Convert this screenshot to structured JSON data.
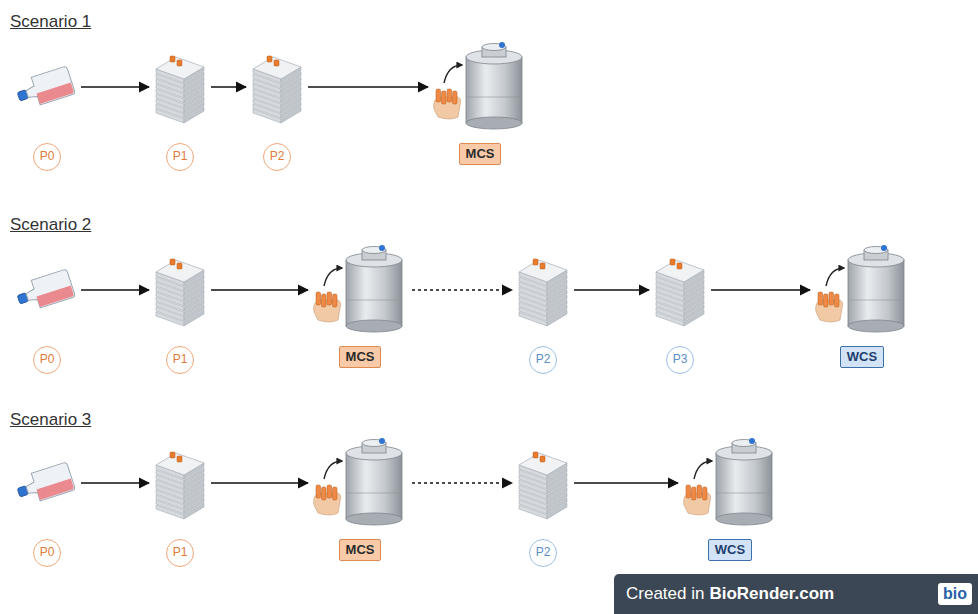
{
  "diagram": {
    "nodes": [
      {
        "text": [
          "P0"
        ]
      },
      {
        "text": [
          "P1"
        ]
      },
      {
        "text": [
          "P2"
        ]
      },
      {
        "text": [
          "MCS"
        ]
      },
      {
        "text": [
          "P0"
        ]
      },
      {
        "text": [
          "P1"
        ]
      },
      {
        "text": [
          "MCS"
        ]
      },
      {
        "text": [
          "P2"
        ]
      },
      {
        "text": [
          "P3"
        ]
      },
      {
        "text": [
          "WCS"
        ]
      },
      {
        "text": [
          "P0"
        ]
      },
      {
        "text": [
          "P1"
        ]
      },
      {
        "text": [
          "MCS"
        ]
      },
      {
        "text": [
          "P2"
        ]
      },
      {
        "text": [
          "WCS"
        ]
      }
    ],
    "edges": [
      {
        "from": 0,
        "to": 1,
        "arrow": "to"
      },
      {
        "from": 1,
        "to": 2,
        "arrow": "to"
      },
      {
        "from": 2,
        "to": 3,
        "arrow": "to"
      },
      {
        "from": 4,
        "to": 5,
        "arrow": "to"
      },
      {
        "from": 5,
        "to": 6,
        "arrow": "to"
      },
      {
        "from": 6,
        "to": 7,
        "arrow": "to"
      },
      {
        "from": 7,
        "to": 8,
        "arrow": "to"
      },
      {
        "from": 8,
        "to": 9,
        "arrow": "to"
      },
      {
        "from": 10,
        "to": 11,
        "arrow": "to"
      },
      {
        "from": 11,
        "to": 12,
        "arrow": "to"
      },
      {
        "from": 12,
        "to": 13,
        "arrow": "to"
      },
      {
        "from": 13,
        "to": 14,
        "arrow": "to"
      }
    ],
    "labels": [
      "Scenario 1",
      "Scenario 2",
      "Scenario 3",
      "Created in",
      "BioRender.com",
      "bio"
    ]
  }
}
